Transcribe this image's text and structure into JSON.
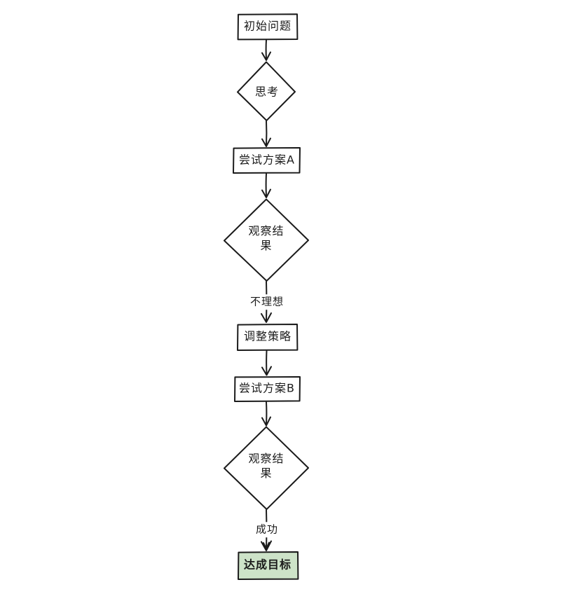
{
  "page": {
    "background": "#ffffff"
  },
  "diagram": {
    "type": "flowchart",
    "direction": "top-down",
    "style": "hand-drawn",
    "colors": {
      "stroke": "#1b1b1b",
      "text": "#1b1b1b",
      "node_fill": "#ffffff",
      "goal_fill": "#cde3c8"
    },
    "nodes": [
      {
        "id": "start",
        "shape": "rectangle",
        "label": "初始问题"
      },
      {
        "id": "think",
        "shape": "diamond",
        "label": "思考"
      },
      {
        "id": "try-a",
        "shape": "rectangle",
        "label": "尝试方案A"
      },
      {
        "id": "observe-a",
        "shape": "diamond",
        "label": "观察结果"
      },
      {
        "id": "adjust",
        "shape": "rectangle",
        "label": "调整策略"
      },
      {
        "id": "try-b",
        "shape": "rectangle",
        "label": "尝试方案B"
      },
      {
        "id": "observe-b",
        "shape": "diamond",
        "label": "观察结果"
      },
      {
        "id": "goal",
        "shape": "rectangle",
        "label": "达成目标",
        "fill": "#cde3c8"
      }
    ],
    "edges": [
      {
        "from": "start",
        "to": "think",
        "label": ""
      },
      {
        "from": "think",
        "to": "try-a",
        "label": ""
      },
      {
        "from": "try-a",
        "to": "observe-a",
        "label": ""
      },
      {
        "from": "observe-a",
        "to": "adjust",
        "label": "不理想"
      },
      {
        "from": "adjust",
        "to": "try-b",
        "label": ""
      },
      {
        "from": "try-b",
        "to": "observe-b",
        "label": ""
      },
      {
        "from": "observe-b",
        "to": "goal",
        "label": "成功"
      }
    ]
  }
}
